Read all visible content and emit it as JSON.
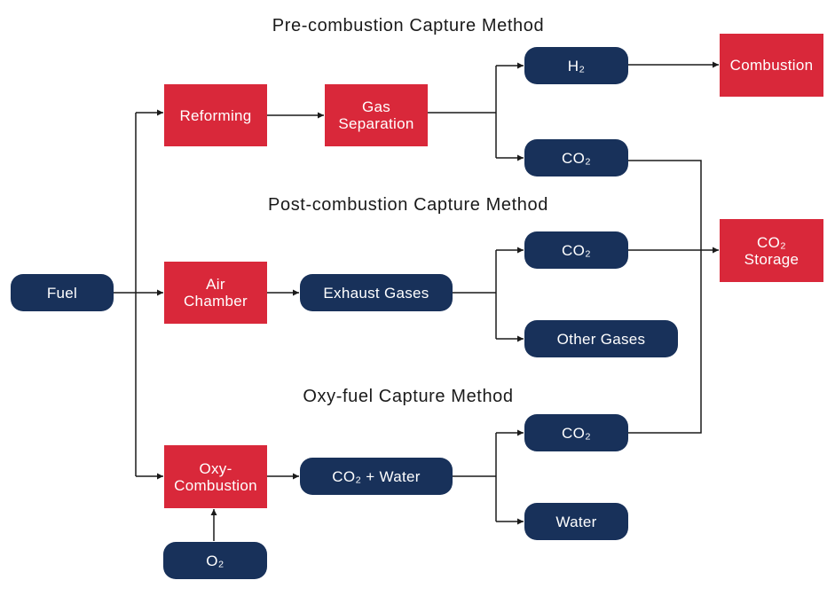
{
  "colors": {
    "red_box": "#d9283a",
    "navy_box": "#18315a",
    "line": "#1a1a1a"
  },
  "titles": {
    "pre": "Pre-combustion Capture Method",
    "post": "Post-combustion Capture Method",
    "oxy": "Oxy-fuel Capture Method"
  },
  "nodes": {
    "fuel": "Fuel",
    "reforming": "Reforming",
    "gas_separation": [
      "Gas",
      "Separation"
    ],
    "h2": "H₂",
    "combustion": "Combustion",
    "co2_pre": "CO₂",
    "co2_storage": [
      "CO₂",
      "Storage"
    ],
    "air_chamber": [
      "Air",
      "Chamber"
    ],
    "exhaust_gases": "Exhaust Gases",
    "co2_post": "CO₂",
    "other_gases": "Other Gases",
    "oxy_combustion": [
      "Oxy-",
      "Combustion"
    ],
    "co2_water": "CO₂ + Water",
    "co2_oxy": "CO₂",
    "water": "Water",
    "o2": "O₂"
  }
}
